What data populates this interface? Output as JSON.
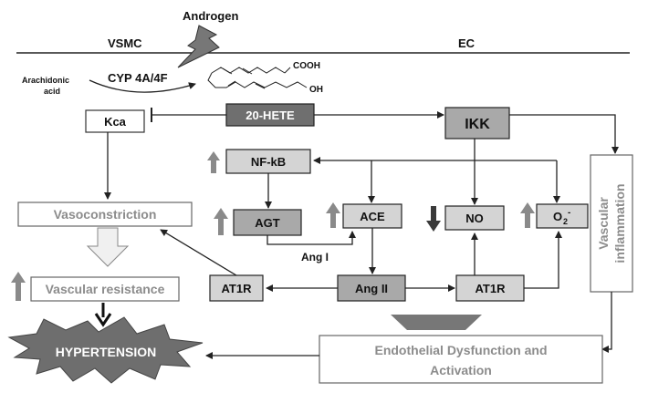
{
  "labels": {
    "androgen": "Androgen",
    "vsmc": "VSMC",
    "ec": "EC",
    "arachidonic_acid_line1": "Arachidonic",
    "arachidonic_acid_line2": "acid",
    "cyp": "CYP 4A/4F",
    "cooh": "COOH",
    "oh": "OH",
    "kca": "Kca",
    "hete": "20-HETE",
    "ikk": "IKK",
    "nfkb": "NF-kB",
    "vasoconstriction": "Vasoconstriction",
    "agt": "AGT",
    "ace": "ACE",
    "no": "NO",
    "o2": "O",
    "o2_sup": "2",
    "o2_charge": "-",
    "ang1": "Ang I",
    "vascular_resistance": "Vascular resistance",
    "at1r_left": "AT1R",
    "ang2": "Ang II",
    "at1r_right": "AT1R",
    "vascular_line1": "Vascular",
    "vascular_line2": "inflammation",
    "hypertension": "HYPERTENSION",
    "endothelial_line1": "Endothelial Dysfunction and",
    "endothelial_line2": "Activation"
  },
  "colors": {
    "dark_box": "#6f6f6f",
    "mid_box": "#a9a9a9",
    "light_box": "#d4d4d4",
    "up_arrow": "#8a8a8a",
    "down_arrow": "#3a3a3a"
  },
  "indicators": {
    "nfkb": "up",
    "agt": "up",
    "ace": "up",
    "no": "down",
    "o2": "up",
    "vascular_resistance": "up"
  }
}
